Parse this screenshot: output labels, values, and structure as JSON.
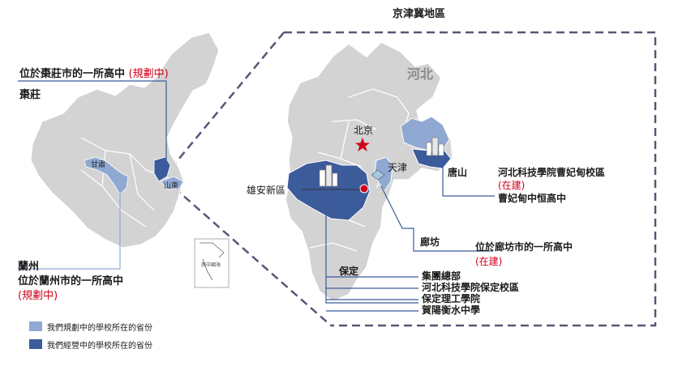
{
  "region_title": "京津冀地區",
  "left_callouts": {
    "zaozhuang": {
      "title": "位於棗莊市的一所高中",
      "status": "(規劃中)",
      "city": "棗莊"
    },
    "lanzhou": {
      "city": "蘭州",
      "title": "位於蘭州市的一所高中",
      "status": "(規劃中)"
    }
  },
  "china_map_labels": {
    "gansu": "甘肅",
    "shandong": "山東",
    "inset": "南中國海"
  },
  "region_labels": {
    "hebei": "河北",
    "beijing": "北京",
    "tianjin": "天津",
    "tangshan": "唐山",
    "xiongan": "雄安新區",
    "langfang": "廊坊",
    "baoding": "保定"
  },
  "tangshan_callout": {
    "school": "河北科技學院曹妃甸校區",
    "status": "(在建)",
    "school2": "曹妃甸中恒高中"
  },
  "langfang_callout": {
    "school": "位於廊坊市的一所高中",
    "status": "(在建)"
  },
  "baoding_list": [
    "集團總部",
    "河北科技學院保定校區",
    "保定理工學院",
    "賀陽衡水中學"
  ],
  "legend": [
    {
      "label": "我們規劃中的學校所在的省份",
      "color": "#8fa9d2"
    },
    {
      "label": "我們經營中的學校所在的省份",
      "color": "#3c5b9b"
    }
  ],
  "colors": {
    "planned": "#8fa9d2",
    "operating": "#3c5b9b",
    "land": "#d3d3d3",
    "border": "#5a5577"
  }
}
